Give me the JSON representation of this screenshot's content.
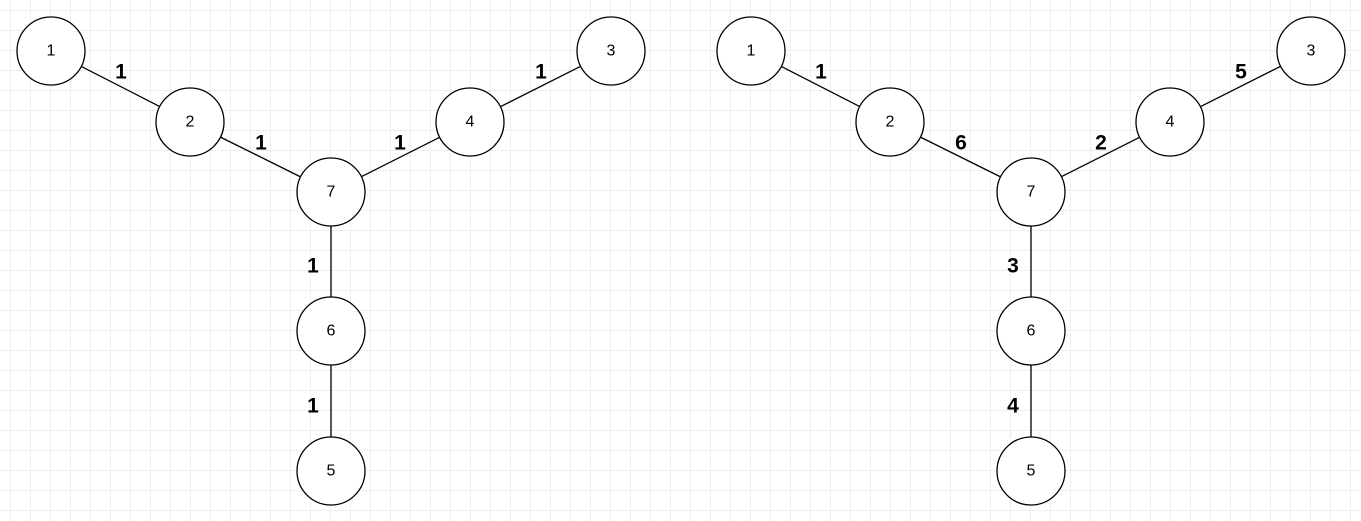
{
  "colors": {
    "background": "#ffffff",
    "grid": "#eeeeee",
    "stroke": "#000000",
    "node_fill": "#ffffff"
  },
  "graphs": [
    {
      "id": "left-tree",
      "nodes": [
        "1",
        "2",
        "3",
        "4",
        "5",
        "6",
        "7"
      ],
      "edges": [
        {
          "from": "1",
          "to": "2",
          "weight": "1"
        },
        {
          "from": "2",
          "to": "7",
          "weight": "1"
        },
        {
          "from": "4",
          "to": "7",
          "weight": "1"
        },
        {
          "from": "3",
          "to": "4",
          "weight": "1"
        },
        {
          "from": "7",
          "to": "6",
          "weight": "1"
        },
        {
          "from": "6",
          "to": "5",
          "weight": "1"
        }
      ]
    },
    {
      "id": "right-tree",
      "nodes": [
        "1",
        "2",
        "3",
        "4",
        "5",
        "6",
        "7"
      ],
      "edges": [
        {
          "from": "1",
          "to": "2",
          "weight": "1"
        },
        {
          "from": "2",
          "to": "7",
          "weight": "6"
        },
        {
          "from": "4",
          "to": "7",
          "weight": "2"
        },
        {
          "from": "3",
          "to": "4",
          "weight": "5"
        },
        {
          "from": "7",
          "to": "6",
          "weight": "3"
        },
        {
          "from": "6",
          "to": "5",
          "weight": "4"
        }
      ]
    }
  ]
}
